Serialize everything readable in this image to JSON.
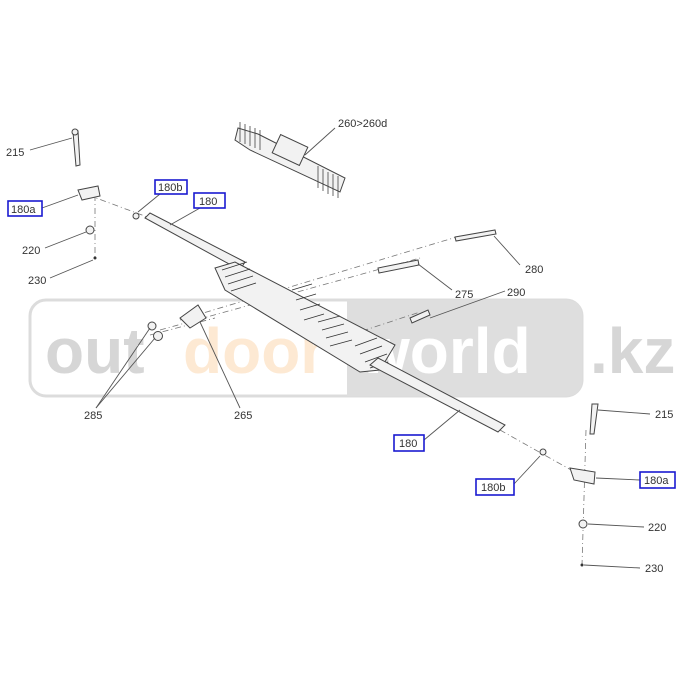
{
  "labels": {
    "l215_top": "215",
    "l260": "260>260d",
    "l180b_top": "180b",
    "l180_top": "180",
    "l180a_top": "180a",
    "l220_top": "220",
    "l230_top": "230",
    "l280": "280",
    "l275": "275",
    "l290": "290",
    "l265": "265",
    "l285": "285",
    "l180_bot": "180",
    "l180b_bot": "180b",
    "l180a_bot": "180a",
    "l215_bot": "215",
    "l220_bot": "220",
    "l230_bot": "230"
  },
  "watermark": {
    "part1": "out",
    "part2": "door",
    "part3": "world",
    "part4": ".kz"
  },
  "colors": {
    "highlight_box": "#1a1ad0",
    "watermark_gray": "#c8c8c8",
    "watermark_orange": "#fde3c4"
  }
}
